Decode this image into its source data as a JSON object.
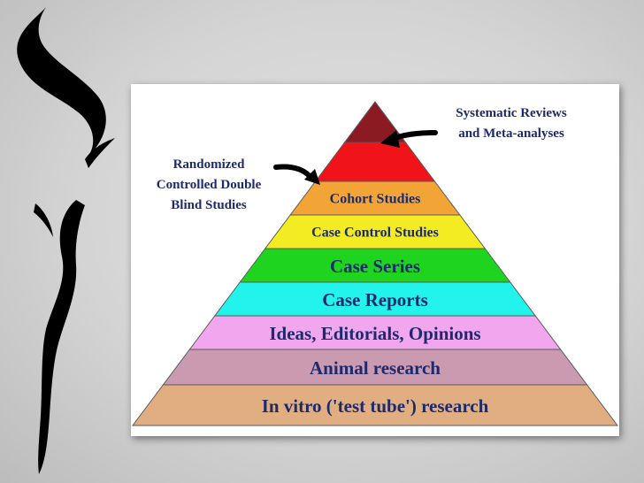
{
  "pyramid": {
    "levels": [
      {
        "label": "",
        "color": "#8b1a22"
      },
      {
        "label": "",
        "color": "#f0141a"
      },
      {
        "label": "Cohort Studies",
        "color": "#f2a437"
      },
      {
        "label": "Case Control Studies",
        "color": "#f4ec22"
      },
      {
        "label": "Case Series",
        "color": "#1fd41f"
      },
      {
        "label": "Case Reports",
        "color": "#22f4ec"
      },
      {
        "label": "Ideas, Editorials, Opinions",
        "color": "#f2a6ee"
      },
      {
        "label": "Animal research",
        "color": "#c99ab0"
      },
      {
        "label": "In vitro ('test tube') research",
        "color": "#e0ae80"
      }
    ]
  },
  "callouts": {
    "top_right": {
      "line1": "Systematic Reviews",
      "line2": "and Meta-analyses"
    },
    "left": {
      "line1": "Randomized",
      "line2": "Controlled Double",
      "line3": "Blind Studies"
    }
  },
  "decor": {
    "swoosh_color": "#000000",
    "icon": "black-brush-swoosh"
  }
}
